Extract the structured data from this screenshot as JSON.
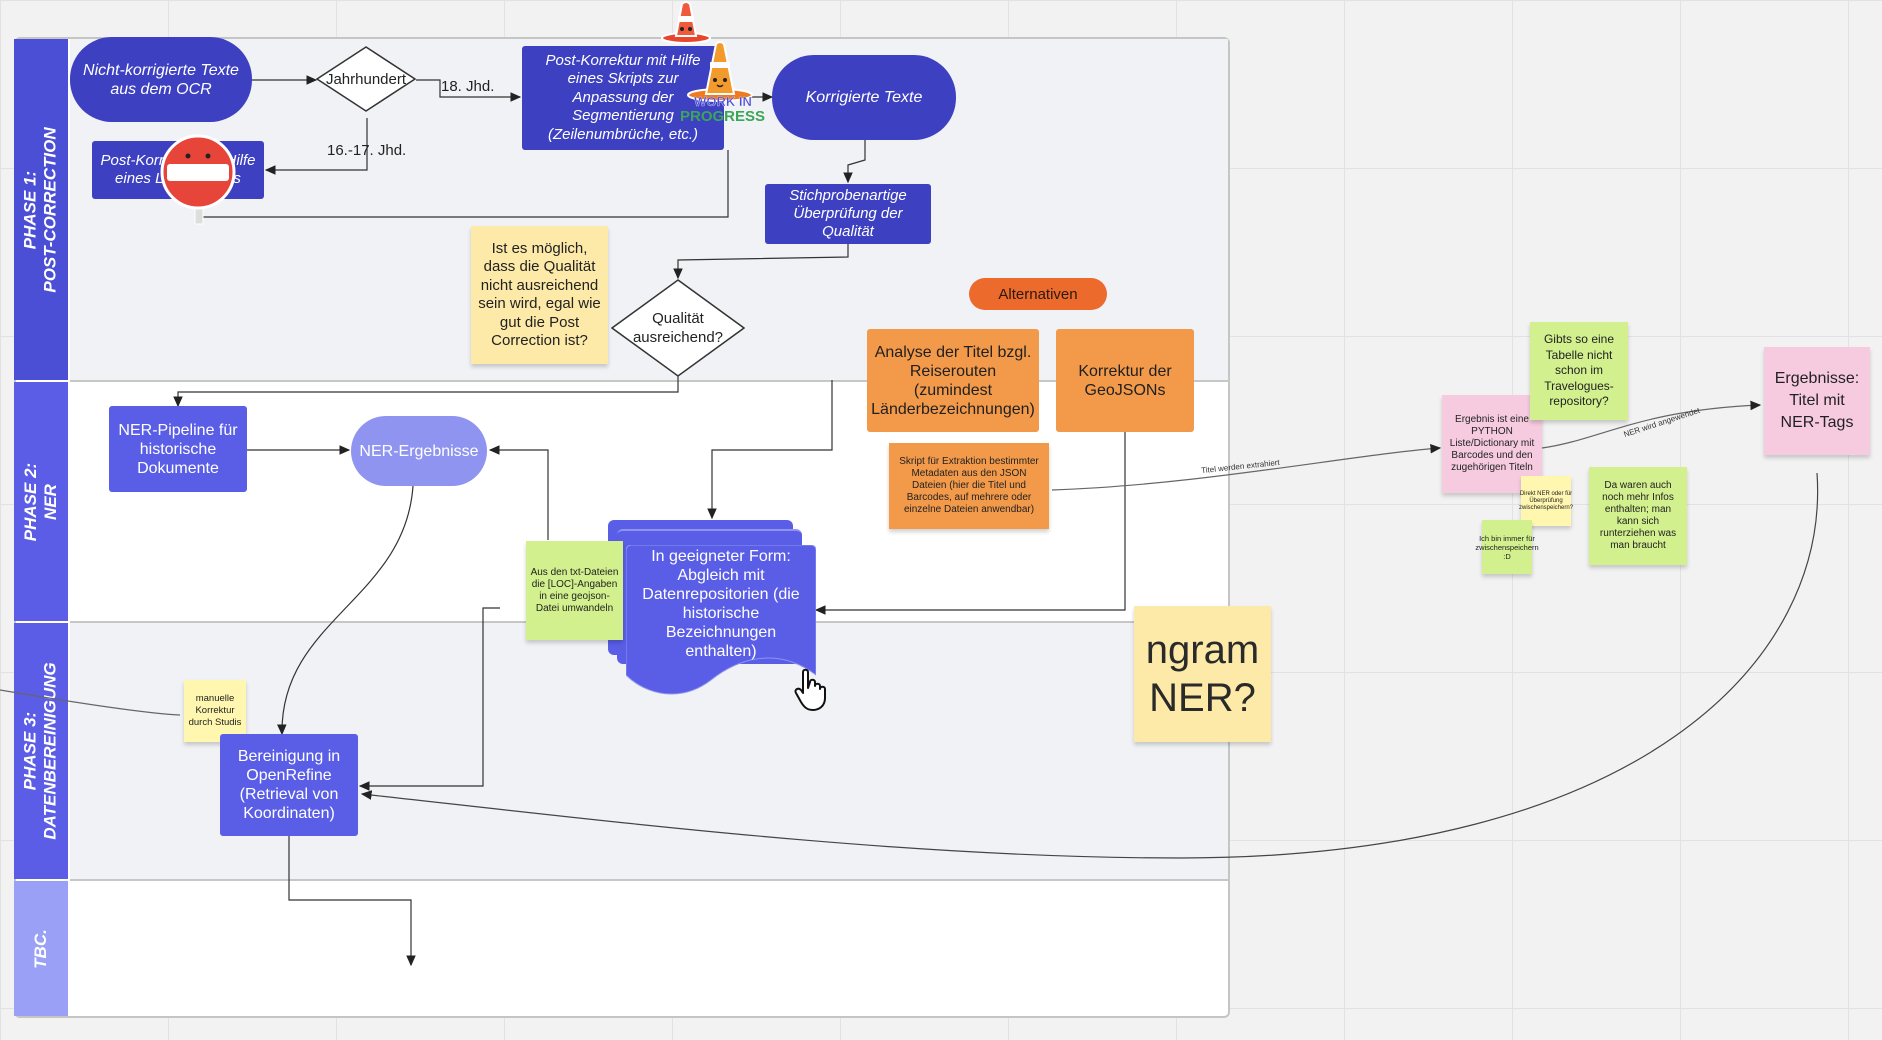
{
  "lanes": {
    "phase1": "PHASE 1:\nPOST-CORRECTION",
    "phase2": "PHASE 2:\nNER",
    "phase3": "PHASE 3:\nDATENBEREINIGUNG",
    "tbc": "TBC."
  },
  "nodes": {
    "ocr_texts": "Nicht-korrigierte Texte aus dem OCR",
    "century_decision": "Jahrhundert",
    "post_correction_script": "Post-Korrektur mit Hilfe eines Skripts zur Anpassung der Segmentierung (Zeilenumbrüche, etc.)",
    "post_correction_llm": "Post-Korrektur mit Hilfe eines LLM-Modells",
    "corrected_texts": "Korrigierte Texte",
    "sample_check": "Stichprobenartige Überprüfung der Qualität",
    "quality_decision": "Qualität ausreichend?",
    "ner_pipeline": "NER-Pipeline für historische Dokumente",
    "ner_results": "NER-Ergebnisse",
    "repository_match": "In geeigneter Form: Abgleich mit Datenrepositorien (die historische Bezeichnungen enthalten)",
    "cleaning": "Bereinigung in OpenRefine (Retrieval von Koordinaten)",
    "alternatives": "Alternativen",
    "title_analysis": "Analyse der Titel bzgl. Reiserouten (zumindest Länderbezeichnungen)",
    "geojson_correction": "Korrektur der GeoJSONs"
  },
  "edge_labels": {
    "century_18": "18. Jhd.",
    "century_16_17": "16.-17. Jhd.",
    "titles_extracted": "Titel werden extrahiert",
    "ner_applied": "NER wird angewendet"
  },
  "stickers": {
    "work_in_progress_line1": "WORK IN",
    "work_in_progress_line2": "PROGRESS"
  },
  "stickies": {
    "quality_question": "Ist es möglich, dass die Qualität nicht ausreichend sein wird, egal wie gut die Post Correction ist?",
    "txt_loc": "Aus den txt-Dateien die [LOC]-Angaben in eine geojson-Datei umwandeln",
    "manual_correction": "manuelle Korrektur durch Studis",
    "script_extraction": "Skript für Extraktion bestimmter Metadaten aus den JSON Dateien (hier die Titel und Barcodes, auf mehrere oder einzelne Dateien anwendbar)",
    "ngram_ner": "ngram NER?",
    "python_result": "Ergebnis ist eine PYTHON Liste/Dictionary mit Barcodes und den zugehörigen Titeln",
    "travelogues_table": "Gibts so eine Tabelle nicht schon im Travelogues-repository?",
    "results_titles": "Ergebnisse: Titel mit NER-Tags",
    "direct_ner": "Direkt NER oder für Überprüfung zwischenspeichern?",
    "intermediate_save": "Ich bin immer für zwischenspeichern :D",
    "more_info": "Da waren auch noch mehr Infos enthalten; man kann sich runterziehen was man braucht"
  },
  "colors": {
    "dark_node": "#3d40c0",
    "mid_node": "#5a5ee6",
    "light_node": "#8f94f0",
    "orange_node": "#f29a4a",
    "alternatives_pill": "#ec6a2c"
  }
}
